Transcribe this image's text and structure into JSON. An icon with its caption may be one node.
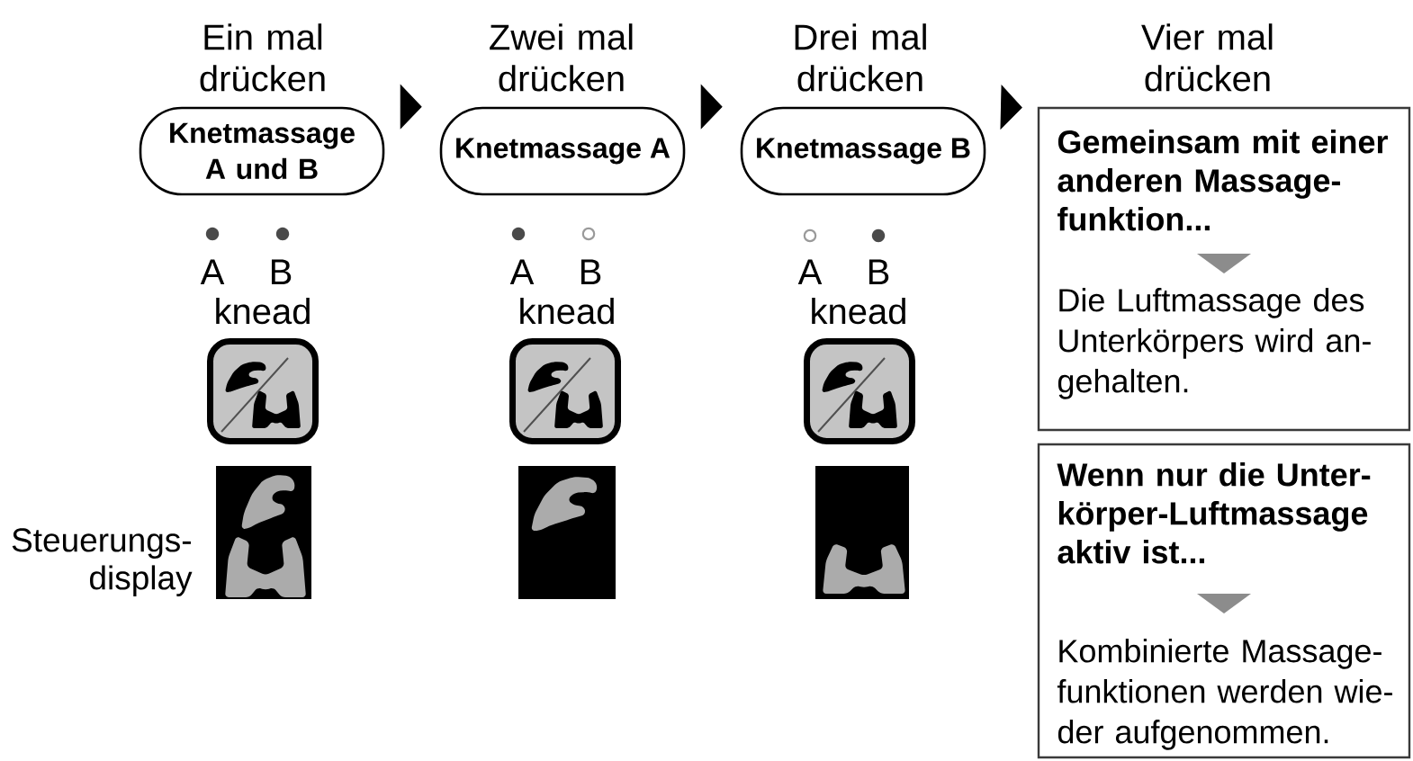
{
  "diagram": {
    "nodes": [
      {
        "text": [
          "Ein mal drücken",
          "Knetmassage A und B"
        ]
      },
      {
        "text": [
          "Zwei mal drücken",
          "Knetmassage A"
        ]
      },
      {
        "text": [
          "Drei mal drücken",
          "Knetmassage B"
        ]
      },
      {
        "text": [
          "Vier mal drücken",
          "Gemeinsam mit einer anderen Massage- funktion...",
          "Die Luftmassage des Unterkörpers wird an- gehalten."
        ]
      },
      {
        "text": [
          "Wenn nur die Unter- körper-Luftmassage aktiv ist...",
          "Kombinierte Massage- funktionen werden wie- der aufgenommen."
        ]
      }
    ],
    "edges": [
      {
        "from": 0,
        "to": 1,
        "arrow": "to"
      },
      {
        "from": 1,
        "to": 2,
        "arrow": "to"
      },
      {
        "from": 2,
        "to": 3,
        "arrow": "to"
      }
    ],
    "labels": [
      "A",
      "B",
      "A",
      "B",
      "A",
      "B",
      "knead",
      "knead",
      "knead",
      "Steuerungs- display"
    ]
  }
}
